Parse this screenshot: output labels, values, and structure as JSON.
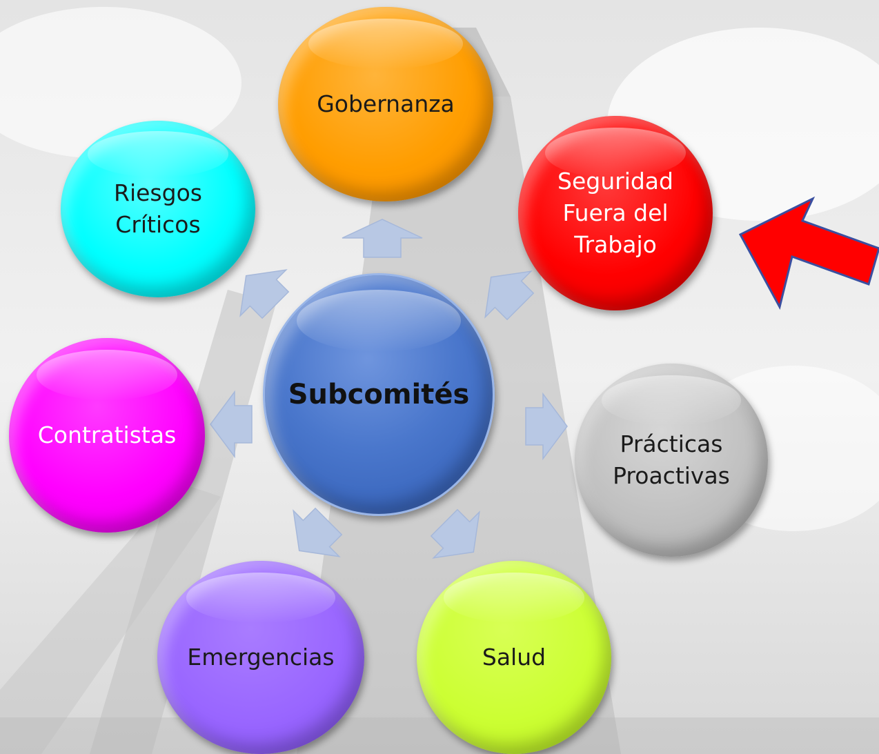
{
  "diagram": {
    "center": {
      "label": "Subcomités"
    },
    "nodes": [
      {
        "id": "gobernanza",
        "lines": [
          "Gobernanza"
        ],
        "color": "#ff9d00"
      },
      {
        "id": "seguridad",
        "lines": [
          "Seguridad",
          "Fuera del",
          "Trabajo"
        ],
        "color": "#ff0000",
        "highlighted": true
      },
      {
        "id": "practicas",
        "lines": [
          "Prácticas",
          "Proactivas"
        ],
        "color": "#c0c0c0"
      },
      {
        "id": "salud",
        "lines": [
          "Salud"
        ],
        "color": "#ccff33"
      },
      {
        "id": "emergencias",
        "lines": [
          "Emergencias"
        ],
        "color": "#9966ff"
      },
      {
        "id": "contratistas",
        "lines": [
          "Contratistas"
        ],
        "color": "#ff00ff"
      },
      {
        "id": "riesgos",
        "lines": [
          "Riesgos",
          "Críticos"
        ],
        "color": "#00ffff"
      }
    ],
    "connector_color": "#b8c8e4",
    "pointer_arrow": {
      "target": "seguridad",
      "color": "#ff0000",
      "outline": "#3a4fa0"
    }
  }
}
